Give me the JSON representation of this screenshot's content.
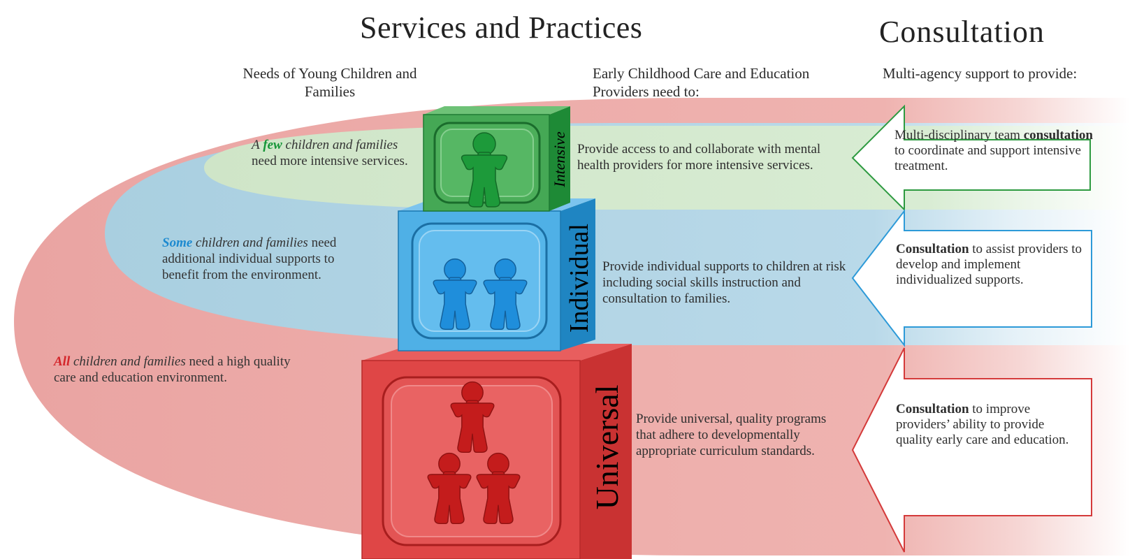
{
  "titles": {
    "main": "Services and Practices",
    "consultation": "Consultation"
  },
  "columns": {
    "needs": "Needs of Young Children and Families",
    "providers": "Early Childhood Care and Education Providers need to:",
    "multi_agency": "Multi-agency support to provide:"
  },
  "tiers": {
    "intensive": {
      "label": "Intensive",
      "color": "#2a9a3c",
      "need_keyword": "few",
      "need_prefix": "A",
      "need_italic": "children and families",
      "need_suffix": "need  more intensive services.",
      "provider": "Provide access to and collaborate with mental health providers for more intensive services.",
      "consult_pre": "Multi-disciplinary  team",
      "consult_bold": "consultation",
      "consult_post": "to coordinate and support intensive treatment.",
      "icon": "single-child-figure-icon"
    },
    "individual": {
      "label": "Individual",
      "color": "#2e9fe0",
      "need_keyword": "Some",
      "need_italic": "children and families",
      "need_suffix": "need additional individual supports to benefit from the environment.",
      "provider": "Provide individual supports to children at risk including social skills instruction and consultation to families.",
      "consult_bold": "Consultation",
      "consult_post": "to assist providers to develop and implement individualized supports.",
      "icon": "two-children-figures-icon"
    },
    "universal": {
      "label": "Universal",
      "color": "#d83a3a",
      "need_keyword": "All",
      "need_italic": "children and families",
      "need_suffix": "need a high quality care and education environment.",
      "provider": "Provide universal, quality programs that adhere to developmentally appropriate curriculum standards.",
      "consult_bold": "Consultation",
      "consult_post": "to improve providers’ ability to provide quality early care and education.",
      "icon": "three-children-pyramid-icon"
    }
  }
}
